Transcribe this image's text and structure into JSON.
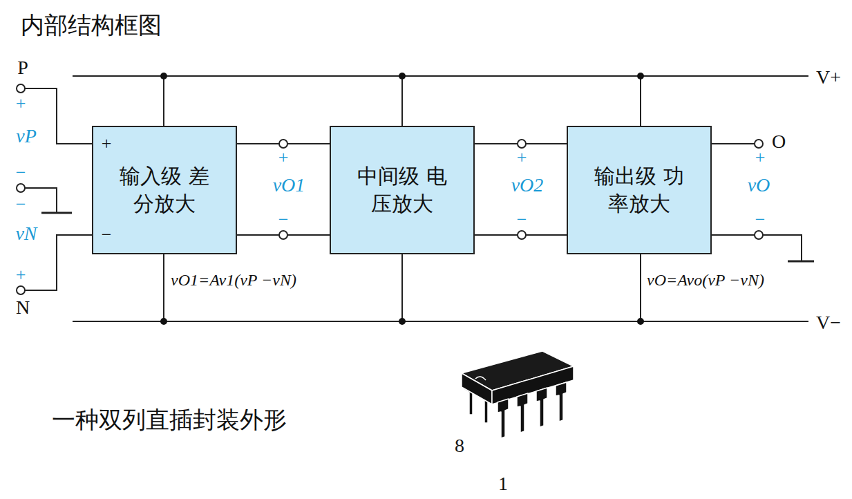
{
  "diagram": {
    "title": "内部结构框图",
    "nodes": [
      {
        "text": [
          "输入级 差分放大"
        ]
      },
      {
        "text": [
          "中间级 电压放大"
        ]
      },
      {
        "text": [
          "输出级 功率放大"
        ]
      }
    ],
    "edges": [
      {
        "from": 0,
        "to": 1,
        "arrow": "none"
      },
      {
        "from": 0,
        "to": 1,
        "arrow": "none"
      },
      {
        "from": 1,
        "to": 2,
        "arrow": "none"
      },
      {
        "from": 1,
        "to": 2,
        "arrow": "none"
      }
    ],
    "labels": [
      "P",
      "+",
      "vP",
      "−",
      "−",
      "vN",
      "+",
      "N",
      "+",
      "−",
      "+",
      "vO1",
      "−",
      "+",
      "vO2",
      "−",
      "O",
      "+",
      "vO",
      "−",
      "vO1=Av1(vP −vN)",
      "vO=Avo(vP −vN)",
      "V+",
      "V−",
      "一种双列直插封装外形",
      "8",
      "1"
    ]
  }
}
